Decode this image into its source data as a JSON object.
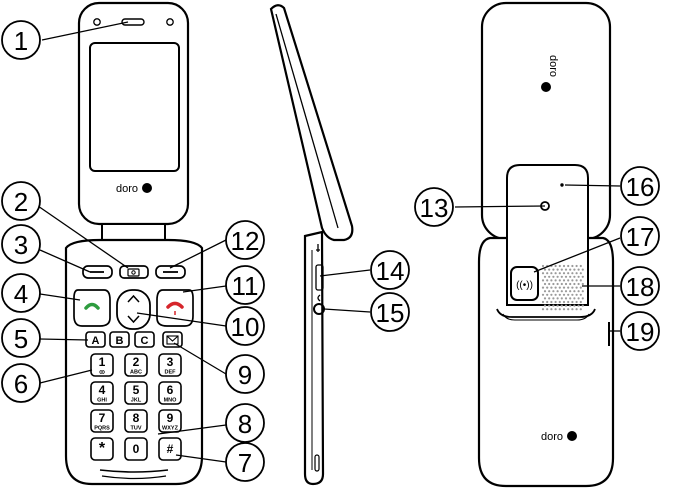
{
  "brand": "doro",
  "letter_keys": [
    "A",
    "B",
    "C"
  ],
  "number_keys": [
    {
      "digit": "1",
      "letters": "ꝏ"
    },
    {
      "digit": "2",
      "letters": "ABC"
    },
    {
      "digit": "3",
      "letters": "DEF"
    },
    {
      "digit": "4",
      "letters": "GHI"
    },
    {
      "digit": "5",
      "letters": "JKL"
    },
    {
      "digit": "6",
      "letters": "MNO"
    },
    {
      "digit": "7",
      "letters": "PQRS"
    },
    {
      "digit": "8",
      "letters": "TUV"
    },
    {
      "digit": "9",
      "letters": "WXYZ"
    },
    {
      "digit": "*",
      "letters": ""
    },
    {
      "digit": "0",
      "letters": ""
    },
    {
      "digit": "#",
      "letters": ""
    }
  ],
  "callouts": [
    "1",
    "2",
    "3",
    "4",
    "5",
    "6",
    "7",
    "8",
    "9",
    "10",
    "11",
    "12",
    "13",
    "14",
    "15",
    "16",
    "17",
    "18",
    "19"
  ],
  "colors": {
    "outline": "#000000",
    "call_green": "#2e9c3f",
    "end_red": "#d6252b",
    "grille": "#9a9a9a"
  }
}
